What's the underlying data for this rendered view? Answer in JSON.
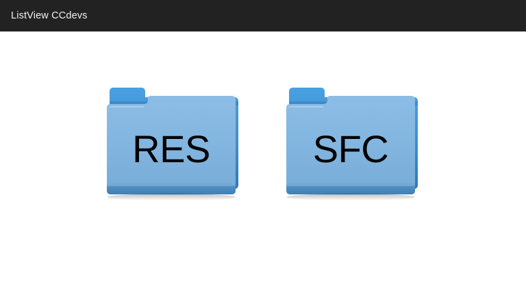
{
  "window": {
    "title": "ListView CCdevs",
    "background_color": "#ffffff"
  },
  "title_bar": {
    "label": "ListView CCdevs",
    "background_color": "#222222",
    "text_color": "#f2f2f2"
  },
  "main": {
    "folders": [
      {
        "name": "RES",
        "icon": "folder-icon",
        "tab_color": "#3c8fd2",
        "body_color": "#82b5e0",
        "edge_color": "#4b90c8"
      },
      {
        "name": "SFC",
        "icon": "folder-icon",
        "tab_color": "#3c8fd2",
        "body_color": "#82b5e0",
        "edge_color": "#4b90c8"
      }
    ]
  }
}
